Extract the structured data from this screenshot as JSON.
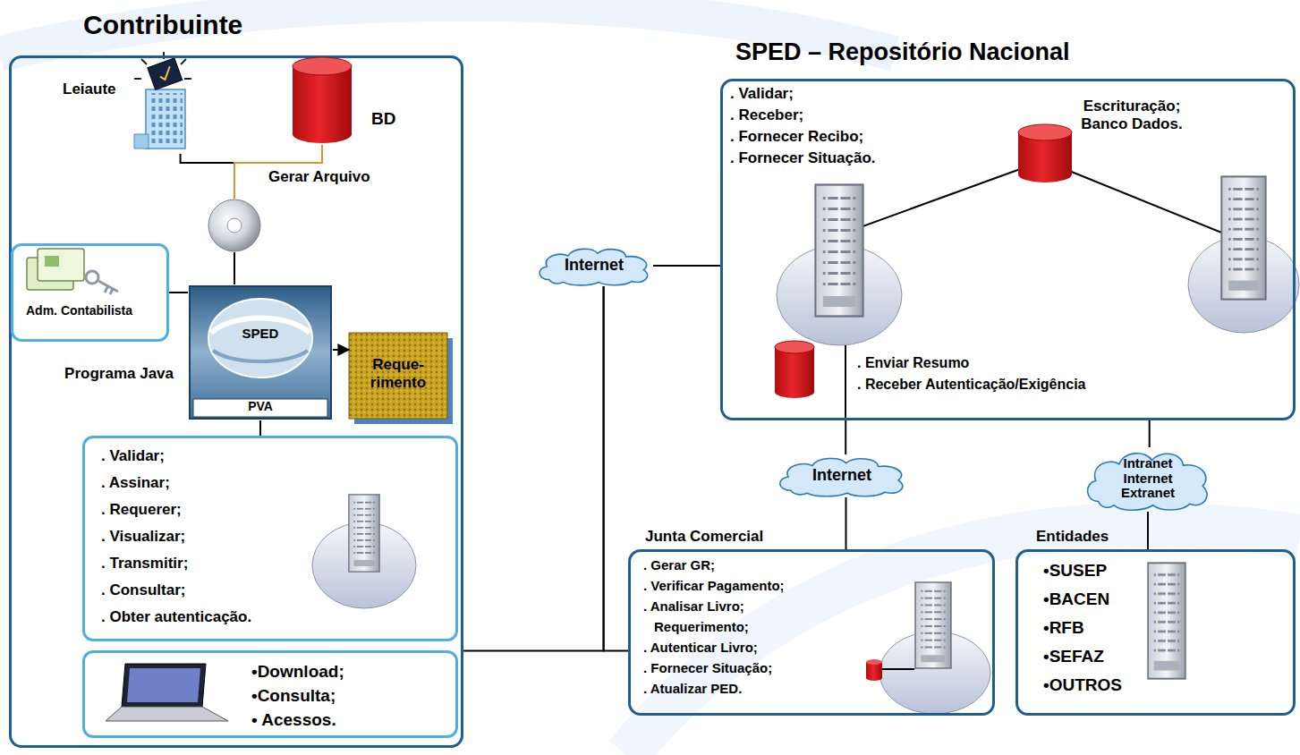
{
  "diagram": {
    "nodes": [
      {
        "text": [
          "Contribuinte"
        ]
      },
      {
        "text": [
          "Leiaute"
        ],
        "in": 0
      },
      {
        "text": [
          "BD"
        ],
        "in": 0
      },
      {
        "text": [
          "Gerar Arquivo"
        ],
        "in": 0
      },
      {
        "text": [
          "Adm. Contabilista"
        ],
        "in": 0
      },
      {
        "text": [
          "SPED",
          "PVA",
          "Programa Java"
        ],
        "in": 0
      },
      {
        "text": [
          "Reque- rimento"
        ],
        "in": 0
      },
      {
        "text": [
          ". Validar;",
          ". Assinar;",
          ". Requerer;",
          ". Visualizar;",
          ". Transmitir;",
          ". Consultar;",
          ". Obter autenticação."
        ],
        "in": 0
      },
      {
        "text": [
          "•Download;",
          "•Consulta;",
          "• Acessos."
        ],
        "in": 0
      },
      {
        "text": [
          "SPED – Repositório Nacional",
          ". Validar;",
          ". Receber;",
          ". Fornecer Recibo;",
          ". Fornecer Situação.",
          "Escrituração; Banco Dados.",
          ". Enviar Resumo",
          ". Receber Autenticação/Exigência"
        ]
      },
      {
        "text": [
          "Internet"
        ]
      },
      {
        "text": [
          "Internet"
        ]
      },
      {
        "text": [
          "Intranet Internet Extranet"
        ]
      },
      {
        "text": [
          "Junta Comercial",
          ". Gerar GR;",
          ". Verificar Pagamento;",
          ". Analisar Livro;",
          "Requerimento;",
          ". Autenticar Livro;",
          ". Fornecer Situação;",
          ". Atualizar PED."
        ]
      },
      {
        "text": [
          "Entidades",
          "•SUSEP",
          "•BACEN",
          "•RFB",
          "•SEFAZ",
          "•OUTROS"
        ]
      }
    ],
    "edges": [
      {
        "from": 1,
        "to": 3,
        "arrow": "none"
      },
      {
        "from": 2,
        "to": 3,
        "arrow": "none"
      },
      {
        "from": 3,
        "to": 5,
        "arrow": "none"
      },
      {
        "from": 4,
        "to": 5,
        "arrow": "none"
      },
      {
        "from": 5,
        "to": 6,
        "arrow": "to"
      },
      {
        "from": 5,
        "to": 7,
        "arrow": "none"
      },
      {
        "from": 0,
        "to": 10,
        "arrow": "none"
      },
      {
        "from": 13,
        "to": 10,
        "arrow": "none"
      },
      {
        "from": 10,
        "to": 9,
        "arrow": "none"
      },
      {
        "from": 9,
        "to": 11,
        "arrow": "none"
      },
      {
        "from": 11,
        "to": 13,
        "arrow": "none"
      },
      {
        "from": 9,
        "to": 12,
        "arrow": "none"
      },
      {
        "from": 12,
        "to": 14,
        "arrow": "none"
      }
    ]
  }
}
